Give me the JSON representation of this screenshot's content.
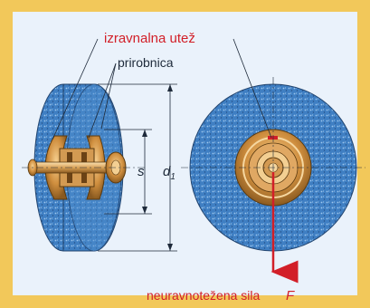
{
  "labels": {
    "balancing_weight": "izravnalna utež",
    "flange": "prirobnica",
    "unbalanced_force": "neuravnotežena sila",
    "force_symbol": "F",
    "dim_s": "s",
    "dim_d1_main": "d",
    "dim_d1_sub": "1"
  },
  "colors": {
    "frame": "#f2c85a",
    "background": "#eaf2fb",
    "wheel_blue": "#3f7fc3",
    "bronze": "#c9893e",
    "highlight_red": "#d21f28",
    "text_red": "#d21f28",
    "text_dark": "#1e2a3a"
  }
}
